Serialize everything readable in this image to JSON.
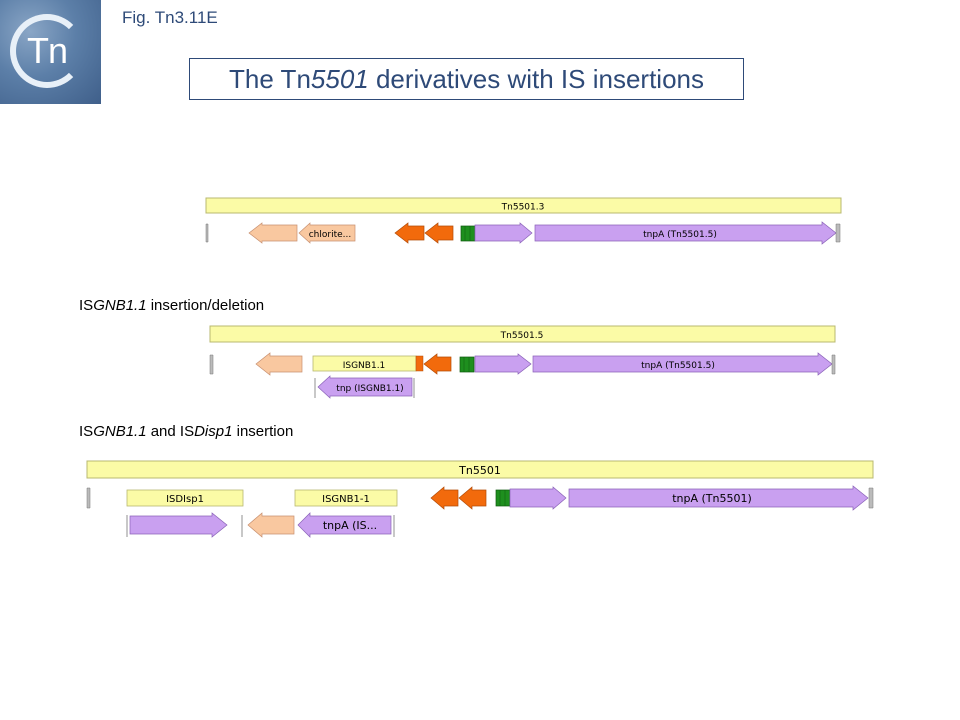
{
  "header": {
    "fig_label": "Fig. Tn3.11E",
    "title_prefix": "The Tn",
    "title_italic": "5501",
    "title_suffix": " derivatives with IS insertions",
    "logo_text": "Tn"
  },
  "sections": [
    {
      "label_parts": []
    },
    {
      "label_parts": [
        {
          "text": "IS",
          "italic": false
        },
        {
          "text": "GNB1.1",
          "italic": true
        },
        {
          "text": " insertion/deletion",
          "italic": false
        }
      ]
    },
    {
      "label_parts": [
        {
          "text": "IS",
          "italic": false
        },
        {
          "text": "GNB1.1",
          "italic": true
        },
        {
          "text": " and IS",
          "italic": false
        },
        {
          "text": "Disp1",
          "italic": true
        },
        {
          "text": " insertion",
          "italic": false
        }
      ]
    }
  ],
  "maps": {
    "map1": {
      "element_bar": "Tn5501.3",
      "features": [
        {
          "label": "",
          "color": "#f9c8a0"
        },
        {
          "label": "chlorite...",
          "color": "#f9c8a0"
        },
        {
          "label": "",
          "color": "#f26a0c"
        },
        {
          "label": "",
          "color": "#f26a0c"
        },
        {
          "label": "",
          "color": "#1e8f1e"
        },
        {
          "label": "",
          "color": "#c9a0f0"
        },
        {
          "label": "tnpA (Tn5501.5)",
          "color": "#c9a0f0"
        }
      ]
    },
    "map2": {
      "element_bar": "Tn5501.5",
      "is_bar": "ISGNB1.1",
      "features": [
        {
          "label": "",
          "color": "#f9c8a0"
        },
        {
          "label": "",
          "color": "#f26a0c"
        },
        {
          "label": "",
          "color": "#1e8f1e"
        },
        {
          "label": "",
          "color": "#c9a0f0"
        },
        {
          "label": "tnpA (Tn5501.5)",
          "color": "#c9a0f0"
        },
        {
          "label": "tnp (ISGNB1.1)",
          "color": "#c9a0f0"
        }
      ]
    },
    "map3": {
      "element_bar": "Tn5501",
      "is_bar_left": "ISDIsp1",
      "is_bar_right": "ISGNB1-1",
      "features": [
        {
          "label": "",
          "color": "#f26a0c"
        },
        {
          "label": "",
          "color": "#f26a0c"
        },
        {
          "label": "",
          "color": "#1e8f1e"
        },
        {
          "label": "",
          "color": "#c9a0f0"
        },
        {
          "label": "tnpA (Tn5501)",
          "color": "#c9a0f0"
        },
        {
          "label": "",
          "color": "#c9a0f0"
        },
        {
          "label": "",
          "color": "#f9c8a0"
        },
        {
          "label": "tnpA (IS...",
          "color": "#c9a0f0"
        }
      ]
    }
  },
  "colors": {
    "element_bar": "#fbfba6",
    "element_bar_stroke": "#b8b870",
    "peach": "#f9c8a0",
    "orange": "#f26a0c",
    "green": "#1e8f1e",
    "lilac": "#c9a0f0",
    "title": "#2e4a78"
  }
}
